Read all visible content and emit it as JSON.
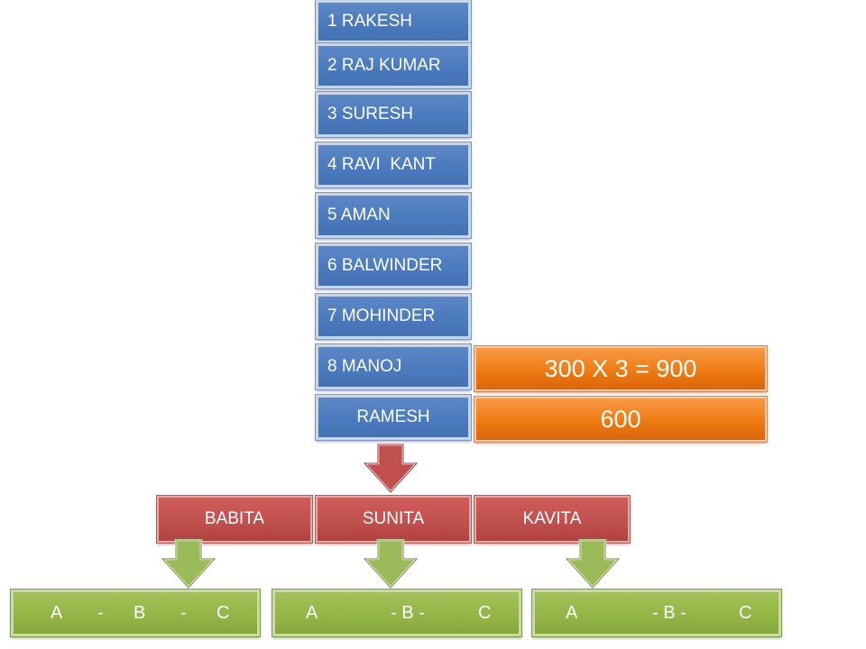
{
  "names": [
    "1 RAKESH",
    "2 RAJ KUMAR",
    "3 SURESH",
    "4 RAVI  KANT",
    "5 AMAN",
    "6 BALWINDER",
    "7 MOHINDER",
    "8 MANOJ"
  ],
  "ramesh": "RAMESH",
  "calc": {
    "line1": "300 X 3 = 900",
    "line2": "600"
  },
  "daughters": [
    "BABITA",
    "SUNITA",
    "KAVITA"
  ],
  "groups": [
    [
      "A",
      "-",
      "B",
      "-",
      "C"
    ],
    [
      "A",
      "- B -",
      "C"
    ],
    [
      "A",
      "- B -",
      "C"
    ]
  ],
  "colors": {
    "blue": "#4f81bd",
    "orange": "#f07f14",
    "red": "#c0504d",
    "green": "#9bbb59"
  }
}
